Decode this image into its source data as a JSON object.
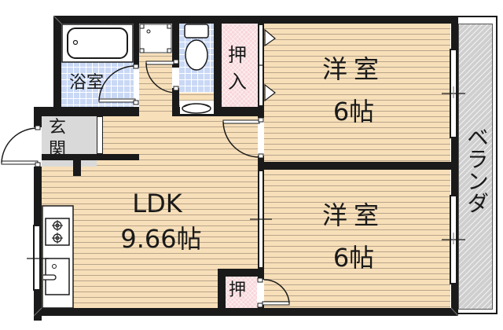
{
  "floor_plan": {
    "type": "apartment-2LDK",
    "rooms": [
      {
        "id": "western-room-1",
        "name": "洋室",
        "size": "6帖"
      },
      {
        "id": "western-room-2",
        "name": "洋室",
        "size": "6帖"
      },
      {
        "id": "ldk",
        "name": "LDK",
        "size": "9.66帖"
      },
      {
        "id": "bathroom",
        "name": "浴室"
      },
      {
        "id": "entrance",
        "name_line1": "玄",
        "name_line2": "関"
      },
      {
        "id": "closet-large",
        "name_line1": "押",
        "name_line2": "入"
      },
      {
        "id": "closet-small",
        "name": "押"
      },
      {
        "id": "veranda",
        "name": "ベランダ"
      }
    ],
    "fixtures": [
      "bathtub",
      "washing-machine-space",
      "toilet",
      "washbasin",
      "gas-stove",
      "kitchen-sink"
    ],
    "colors": {
      "wall": "#1a1a1a",
      "flooring": "#f7dfb9",
      "wet_area_tile": "#c9d8f5",
      "closet": "#f8d6da",
      "entrance": "#d9d9d9",
      "veranda": "#cfcfcf"
    }
  }
}
